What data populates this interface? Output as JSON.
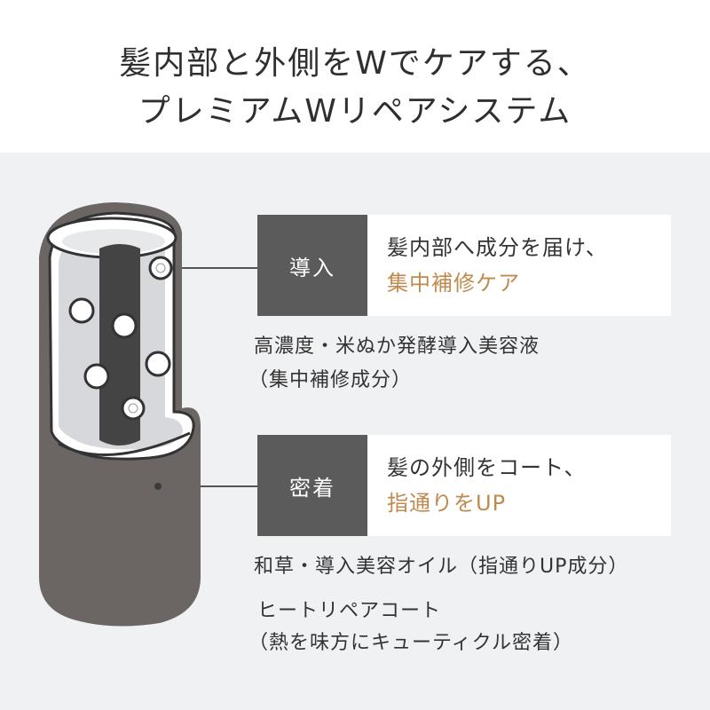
{
  "header": {
    "line1": "髪内部と外側をWでケアする、",
    "line2": "プレミアムWリペアシステム"
  },
  "infuse": {
    "tag": "導入",
    "line1": "髪内部へ成分を届け、",
    "line2": "集中補修ケア",
    "note1": "高濃度・米ぬか発酵導入美容液",
    "note2": "（集中補修成分）"
  },
  "adhere": {
    "tag": "密着",
    "line1": "髪の外側をコート、",
    "line2": "指通りをUP",
    "note1": "和草・導入美容オイル（指通りUP成分）",
    "note2": "ヒートリペアコート",
    "note3": "（熱を味方にキューティクル密着）"
  },
  "colors": {
    "accent": "#c08a4e",
    "tag_bg": "#5b5b5b",
    "panel_bg": "#f0f1f3",
    "hair_outer": "#6b6564",
    "hair_core": "#444444"
  },
  "icons": {
    "illustration": "hair-cross-section-icon"
  }
}
